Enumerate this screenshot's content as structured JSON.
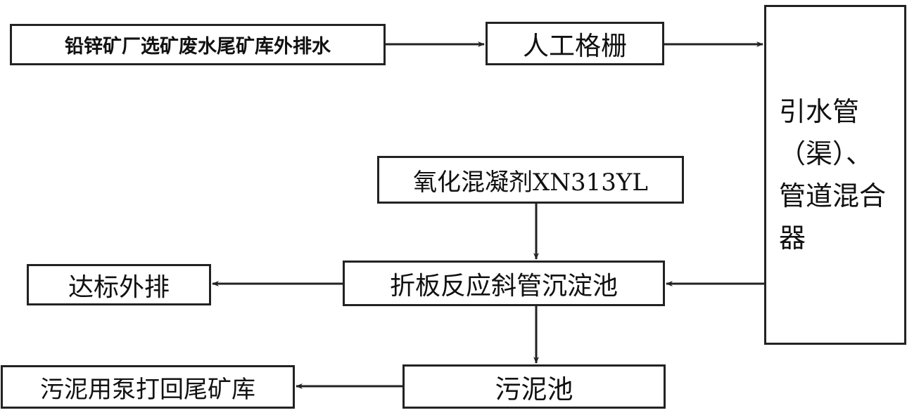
{
  "diagram": {
    "nodes": {
      "source": "铅锌矿厂选矿废水尾矿库外排水",
      "screen": "人工格栅",
      "mixer": "引水管（渠）、管道混合器",
      "coagulant": "氧化混凝剂XN313YL",
      "settler": "折板反应斜管沉淀池",
      "discharge": "达标外排",
      "sludge_pool": "污泥池",
      "sludge_return": "污泥用泵打回尾矿库"
    },
    "edges": [
      {
        "from": "source",
        "to": "screen"
      },
      {
        "from": "screen",
        "to": "mixer"
      },
      {
        "from": "mixer",
        "to": "settler"
      },
      {
        "from": "coagulant",
        "to": "settler"
      },
      {
        "from": "settler",
        "to": "discharge"
      },
      {
        "from": "settler",
        "to": "sludge_pool"
      },
      {
        "from": "sludge_pool",
        "to": "sludge_return"
      }
    ],
    "line_color": "#222222"
  }
}
